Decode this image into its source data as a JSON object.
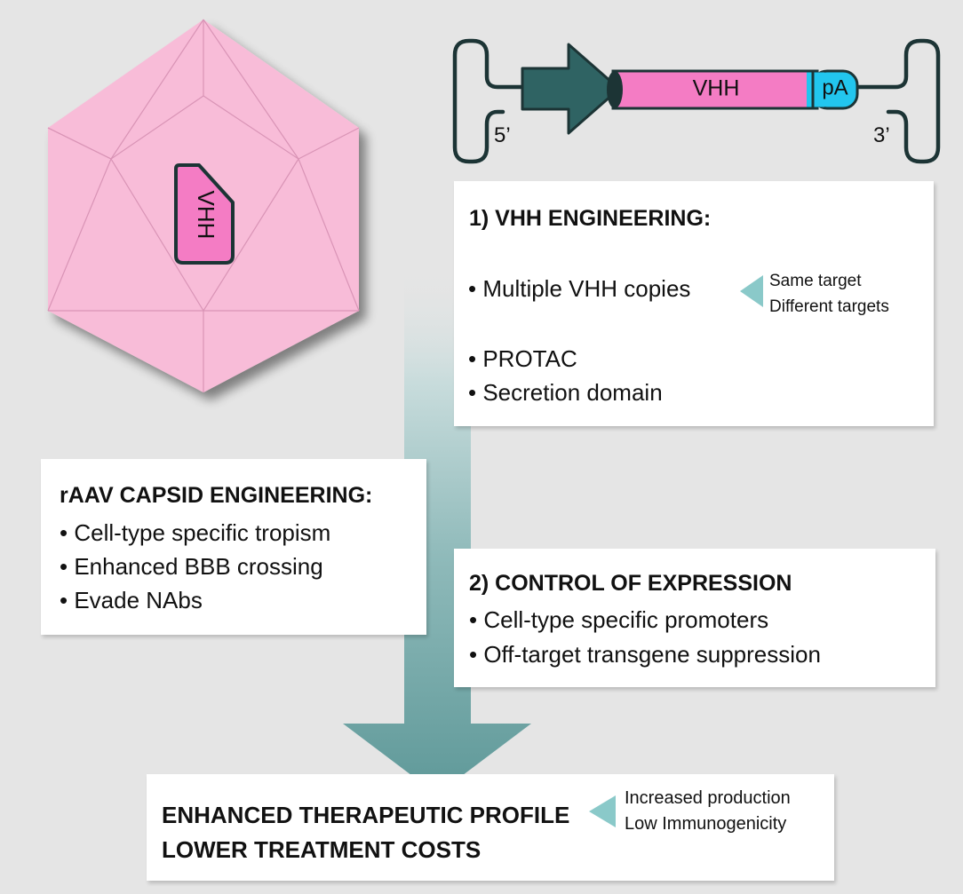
{
  "capsid": {
    "vhh_label": "VHH"
  },
  "construct": {
    "vhh_label": "VHH",
    "pa_label": "pA",
    "five_prime": "5’",
    "three_prime": "3’"
  },
  "vhh_engineering": {
    "title": "1) VHH ENGINEERING:",
    "item1": "Multiple VHH copies",
    "item1_notes": [
      "Same target",
      "Different targets"
    ],
    "item2": "PROTAC",
    "item3": "Secretion domain"
  },
  "capsid_engineering": {
    "title": "rAAV CAPSID ENGINEERING:",
    "items": [
      "Cell-type specific tropism",
      "Enhanced BBB crossing",
      "Evade NAbs"
    ]
  },
  "control_expression": {
    "title": "2) CONTROL OF EXPRESSION",
    "items": [
      "Cell-type specific promoters",
      "Off-target transgene suppression"
    ]
  },
  "outcome": {
    "line1": "ENHANCED THERAPEUTIC PROFILE",
    "line2": "LOWER TREATMENT COSTS",
    "notes": [
      "Increased production",
      "Low Immunogenicity"
    ]
  },
  "colors": {
    "background": "#e5e5e5",
    "capsid_pink": "#f8bcd8",
    "vhh_magenta": "#f47cc4",
    "pa_cyan": "#22c6ee",
    "promoter_teal": "#2f6363",
    "arrow_teal": "#5f9999",
    "triangle_teal": "#8ac9c9",
    "outline_dark": "#1c3435"
  }
}
